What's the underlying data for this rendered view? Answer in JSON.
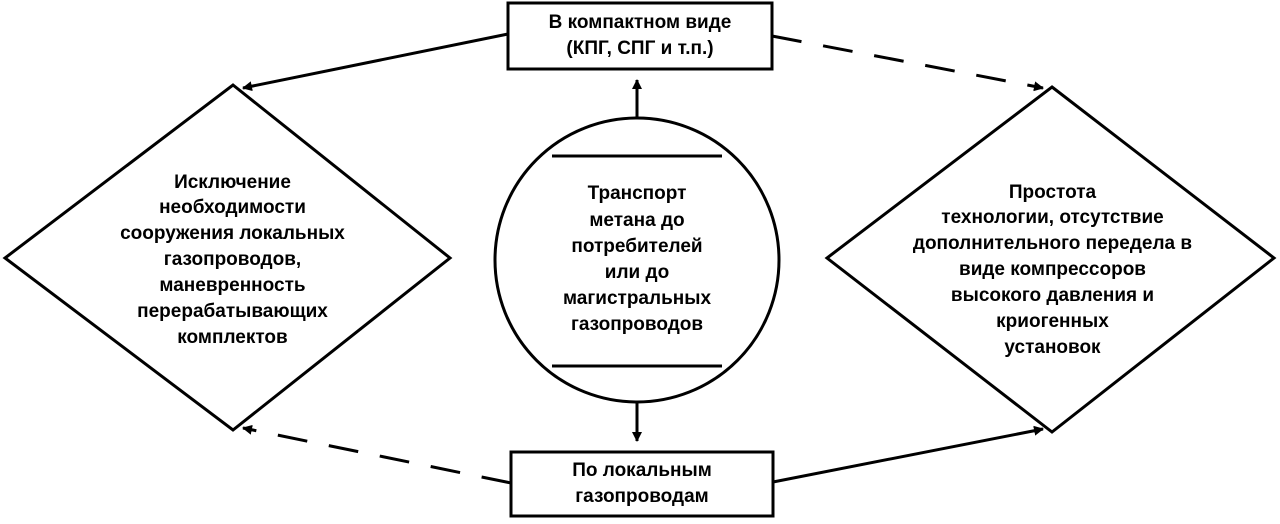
{
  "colors": {
    "stroke": "#000000",
    "background": "#ffffff"
  },
  "top_box": {
    "lines": [
      "В компактном виде",
      "(КПГ, СПГ и т.п.)"
    ]
  },
  "bottom_box": {
    "lines": [
      "По локальным",
      "газопроводам"
    ]
  },
  "center_circle": {
    "lines": [
      "Транспорт",
      "метана до",
      "потребителей",
      "или до",
      "магистральных",
      "газопроводов"
    ]
  },
  "left_diamond": {
    "lines": [
      "Исключение",
      "необходимости",
      "сооружения локальных",
      "газопроводов,",
      "маневренность",
      "перерабатывающих",
      "комплектов"
    ]
  },
  "right_diamond": {
    "lines": [
      "Простота",
      "технологии, отсутствие",
      "дополнительного передела в",
      "виде компрессоров",
      "высокого давления и",
      "криогенных",
      "установок"
    ]
  }
}
